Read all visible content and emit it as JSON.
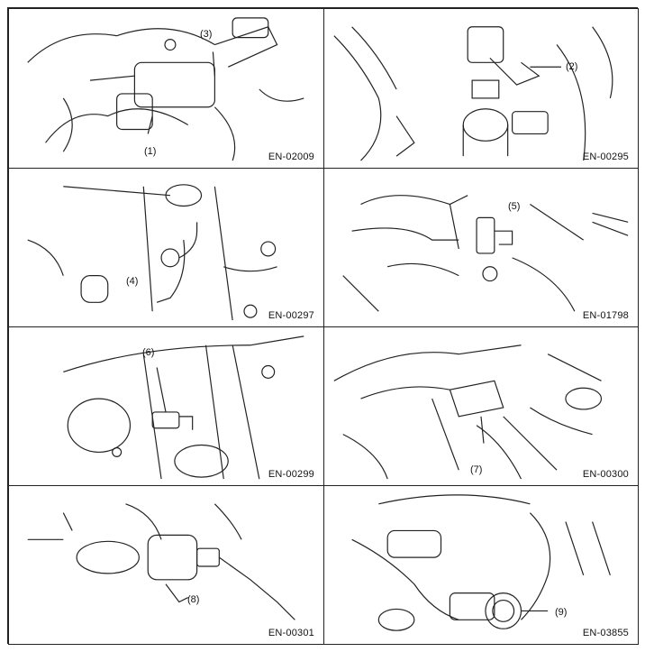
{
  "panels": [
    {
      "callouts": [
        "(1)",
        "(3)"
      ],
      "code": "EN-02009"
    },
    {
      "callouts": [
        "(2)"
      ],
      "code": "EN-00295"
    },
    {
      "callouts": [
        "(4)"
      ],
      "code": "EN-00297"
    },
    {
      "callouts": [
        "(5)"
      ],
      "code": "EN-01798"
    },
    {
      "callouts": [
        "(6)"
      ],
      "code": "EN-00299"
    },
    {
      "callouts": [
        "(7)"
      ],
      "code": "EN-00300"
    },
    {
      "callouts": [
        "(8)"
      ],
      "code": "EN-00301"
    },
    {
      "callouts": [
        "(9)"
      ],
      "code": "EN-03855"
    }
  ]
}
